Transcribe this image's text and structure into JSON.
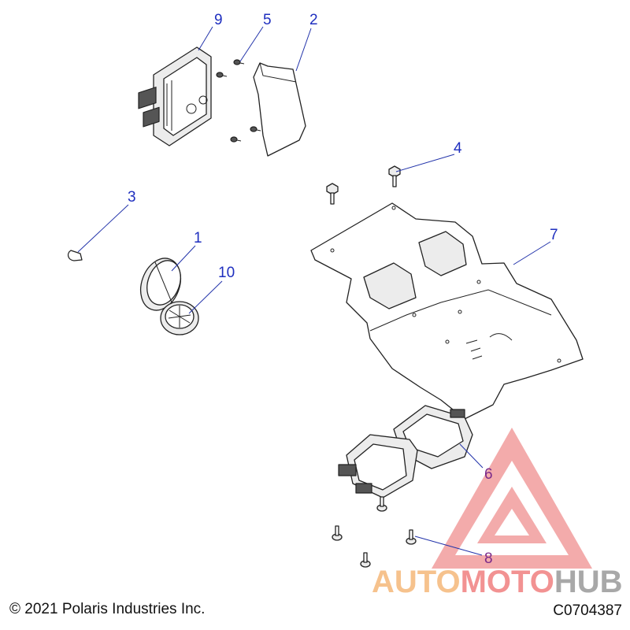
{
  "diagram": {
    "callouts": [
      {
        "id": "c9",
        "label": "9"
      },
      {
        "id": "c5",
        "label": "5"
      },
      {
        "id": "c2",
        "label": "2"
      },
      {
        "id": "c4",
        "label": "4"
      },
      {
        "id": "c3",
        "label": "3"
      },
      {
        "id": "c1",
        "label": "1"
      },
      {
        "id": "c10",
        "label": "10"
      },
      {
        "id": "c7",
        "label": "7"
      },
      {
        "id": "c6",
        "label": "6"
      },
      {
        "id": "c8",
        "label": "8"
      }
    ]
  },
  "watermark": {
    "part1": "AUTO",
    "part2": "MOTO",
    "part3": "HUB",
    "color_primary": "#f08080",
    "color_secondary": "#f5b87a",
    "color_tertiary": "#999999"
  },
  "footer": {
    "copyright": "© 2021 Polaris Industries Inc.",
    "drawing_id": "C0704387"
  },
  "colors": {
    "callout_text": "#1f2fbf",
    "callout_text_alt": "#7a2a8a",
    "line_art": "#222222"
  }
}
